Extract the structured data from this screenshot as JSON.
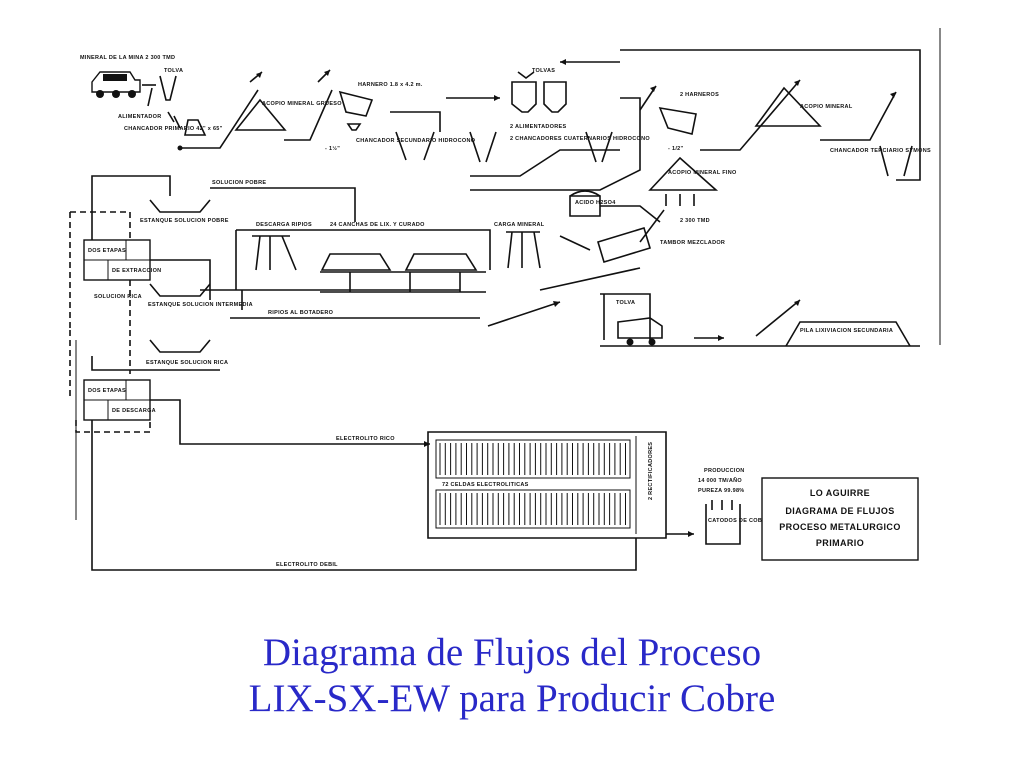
{
  "slide": {
    "title_line1": "Diagrama de Flujos del Proceso",
    "title_line2": "LIX-SX-EW para Producir Cobre"
  },
  "diagram": {
    "labels": {
      "mina": "MINERAL DE LA MINA 2 300 TMD",
      "tolva": "TOLVA",
      "alimentador": "ALIMENTADOR",
      "chancador_primario": "CHANCADOR PRIMARIO 42\" x 65\"",
      "acopio_grueso": "ACOPIO MINERAL GRUESO",
      "harnero_1": "HARNERO 1.8 x 4.2 m.",
      "chancador_secundario": "CHANCADOR SECUNDARIO HIDROCONO",
      "tolvas": "TOLVAS",
      "alimentadores_2": "2 ALIMENTADORES",
      "chancadores_cuaternarios": "2 CHANCADORES CUATERNARIOS HIDROCONO",
      "harneros_2": "2 HARNEROS",
      "acopio_mineral": "ACOPIO MINERAL",
      "chancador_terciario": "CHANCADOR TERCIARIO SYMONS",
      "acopio_fino": "ACOPIO MINERAL FINO",
      "solucion_pobre": "SOLUCION POBRE",
      "estanque_pobre": "ESTANQUE SOLUCION POBRE",
      "descarga_ripios": "DESCARGA RIPIOS",
      "canchas": "24 CANCHAS DE LIX. Y CURADO",
      "carga_mineral": "CARGA MINERAL",
      "acido": "ACIDO H2SO4",
      "tmd_2300": "2 300 TMD",
      "tambor": "TAMBOR MEZCLADOR",
      "sx_extraccion_1": "DOS ETAPAS",
      "sx_extraccion_2": "DE EXTRACCION",
      "estanque_intermedia": "ESTANQUE SOLUCION INTERMEDIA",
      "solucion_rica": "SOLUCION RICA",
      "ripios_botadero": "RIPIOS AL BOTADERO",
      "estanque_rica": "ESTANQUE SOLUCION RICA",
      "tolva_truck": "TOLVA",
      "pila": "PILA LIXIVIACION SECUNDARIA",
      "sx_descarga_1": "DOS ETAPAS",
      "sx_descarga_2": "DE DESCARGA",
      "electrolito_rico": "ELECTROLITO RICO",
      "celdas": "72 CELDAS ELECTROLITICAS",
      "rectificadores": "2 RECTIFICADORES",
      "produccion": "PRODUCCION",
      "produccion_tm": "14 000 TM/AÑO",
      "pureza": "PUREZA 99.98%",
      "catodos": "CATODOS DE COBRE",
      "electrolito_debil": "ELECTROLITO DEBIL",
      "info_1": "LO AGUIRRE",
      "info_2": "DIAGRAMA DE FLUJOS",
      "info_3": "PROCESO METALURGICO",
      "info_4": "PRIMARIO"
    }
  }
}
